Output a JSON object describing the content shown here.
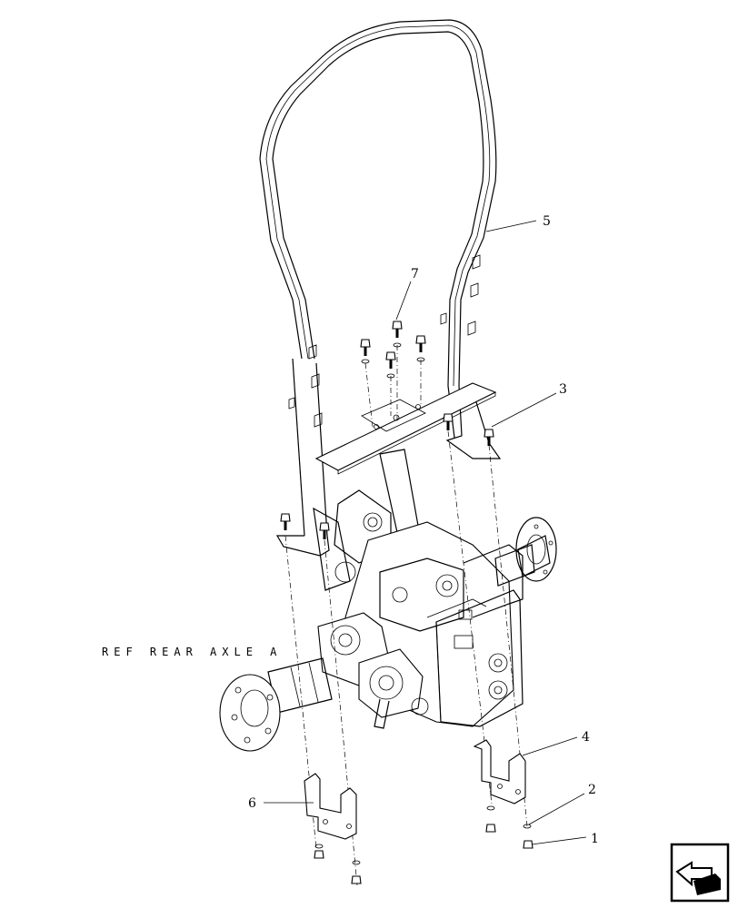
{
  "callouts": [
    {
      "id": "1",
      "label": "1"
    },
    {
      "id": "2",
      "label": "2"
    },
    {
      "id": "3",
      "label": "3"
    },
    {
      "id": "4",
      "label": "4"
    },
    {
      "id": "5",
      "label": "5"
    },
    {
      "id": "6",
      "label": "6"
    },
    {
      "id": "7",
      "label": "7"
    }
  ],
  "reference_label": "REF REAR AXLE A",
  "nav_icon": "back-arrow-icon"
}
